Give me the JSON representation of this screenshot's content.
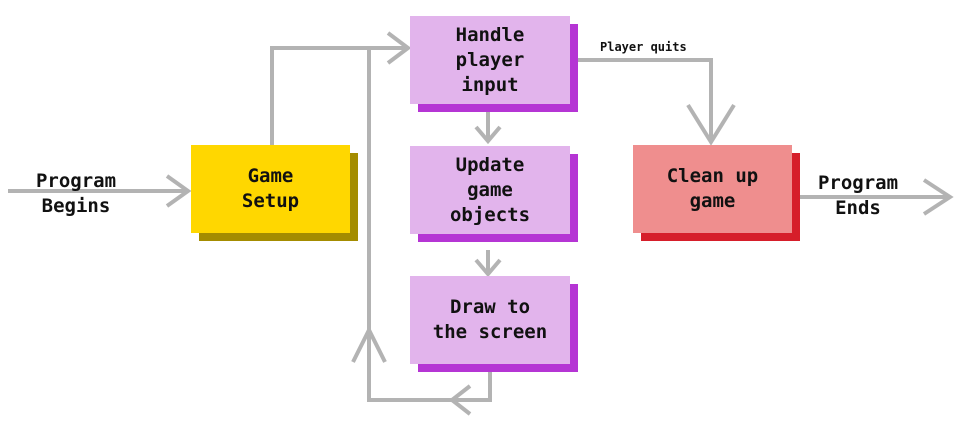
{
  "diagram": {
    "colors": {
      "arrow": "#b3b3b3",
      "setup_fill": "#ffd700",
      "setup_shadow": "#a48c00",
      "loop_fill": "#e2b4ec",
      "loop_shadow": "#b535d4",
      "cleanup_fill": "#ef8e8e",
      "cleanup_shadow": "#d61e2a"
    },
    "nodes": {
      "game_setup": "Game\nSetup",
      "handle_input": "Handle\nplayer\ninput",
      "update_objects": "Update\ngame\nobjects",
      "draw_screen": "Draw to\nthe screen",
      "clean_up": "Clean up\ngame"
    },
    "labels": {
      "program_begins": "Program\nBegins",
      "program_ends": "Program\nEnds",
      "player_quits": "Player quits"
    }
  }
}
